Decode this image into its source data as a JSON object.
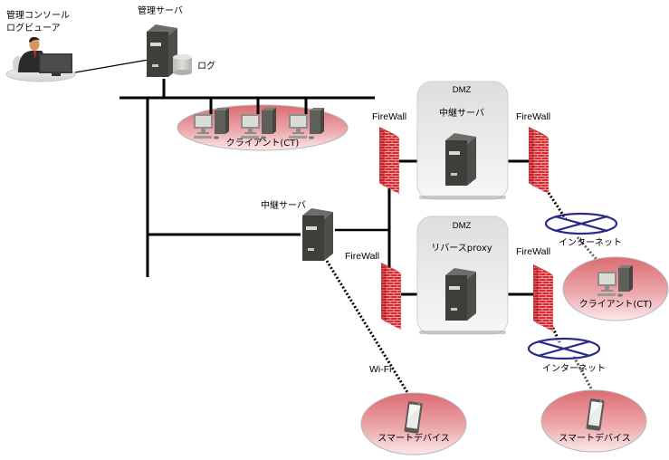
{
  "diagram": {
    "colors": {
      "wire": "#000000",
      "firewall": "#d8232a",
      "client_zone": "#e87a80",
      "dmz_box": "#e6e6e6",
      "internet_ring": "#2a2a8c",
      "server": "#3c3b38"
    },
    "admin_console": {
      "label_line1": "管理コンソール",
      "label_line2": "ログビューア"
    },
    "admin_server": {
      "label": "管理サーバ",
      "log_label": "ログ"
    },
    "client_group_internal": {
      "label": "クライアント(CT)",
      "count": 3
    },
    "relay_server_internal": {
      "label": "中継サーバ"
    },
    "dmz_top": {
      "zone_label": "DMZ",
      "server_label": "中継サーバ"
    },
    "dmz_bottom": {
      "zone_label": "DMZ",
      "server_label": "リバースproxy"
    },
    "firewalls": [
      {
        "label": "FireWall"
      },
      {
        "label": "FireWall"
      },
      {
        "label": "FireWall"
      },
      {
        "label": "FireWall"
      }
    ],
    "internet_top": {
      "label": "インターネット"
    },
    "internet_bottom": {
      "label": "インターネット"
    },
    "client_external": {
      "label": "クライアント(CT)"
    },
    "wifi_label": "Wi-Fi",
    "smart_device_wifi": {
      "label": "スマートデバイス"
    },
    "smart_device_internet": {
      "label": "スマートデバイス"
    }
  }
}
